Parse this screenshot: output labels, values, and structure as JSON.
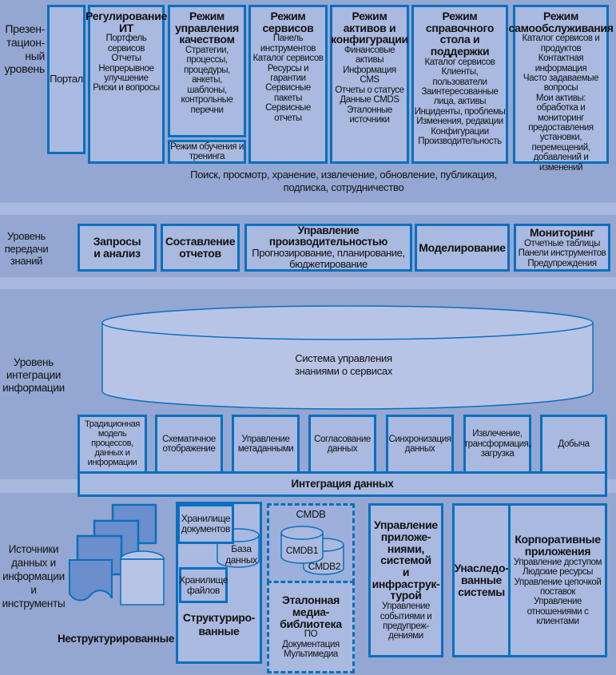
{
  "colors": {
    "background_band": "#94a7d2",
    "background_strip": "#a8b8de",
    "box_fill": "#a9b9e0",
    "box_border": "#0a6fbf",
    "doc_fill": "#6a8fcc",
    "cylinder_fill": "#b8c4e6"
  },
  "presentation_layer": {
    "label": "Презен-\nтацион-\nный\nуровень",
    "portal": "Портал",
    "modules": [
      {
        "title": "Регулирование ИТ",
        "items": [
          "Портфель сервисов",
          "Отчеты",
          "Непрерывное улучшение",
          "Риски и вопросы"
        ]
      },
      {
        "title": "Режим управления качеством",
        "items": [
          "Стратегии, процессы, процедуры, анкеты, шаблоны, контрольные перечни"
        ]
      },
      {
        "title": "Режим сервисов",
        "items": [
          "Панель инструментов",
          "Каталог сервисов",
          "Ресурсы и гарантии",
          "Сервисные пакеты",
          "Сервисные отчеты"
        ]
      },
      {
        "title": "Режим активов и конфигурации",
        "items": [
          "Финансовые активы",
          "Информация CMS",
          "Отчеты о статусе",
          "Данные CMDS",
          "Эталонные источники"
        ]
      },
      {
        "title": "Режим справочного стола и поддержки",
        "items": [
          "Каталог сервисов",
          "Клиенты, пользователи",
          "Заинтересованные лица, активы",
          "Инциденты, проблемы",
          "Изменения, редакции",
          "Конфигурации",
          "Производительность"
        ]
      },
      {
        "title": "Режим самообслуживания",
        "items": [
          "Каталог сервисов и продуктов",
          "Контактная информация",
          "Часто задаваемые вопросы",
          "Мои активы: обработка и мониторинг предоставления установки, перемещений, добавлений и изменений"
        ]
      }
    ],
    "training": "Режим обучения и тренинга",
    "caption": "Поиск, просмотр, хранение, извлечение, обновление, публикация,\nподписка, сотрудничество"
  },
  "knowledge_layer": {
    "label": "Уровень\nпередачи\nзнаний",
    "boxes": [
      {
        "title": "Запросы\nи анализ",
        "items": []
      },
      {
        "title": "Составление\nотчетов",
        "items": []
      },
      {
        "title": "Управление производительностью",
        "items": [
          "Прогнозирование, планирование,",
          "бюджетирование"
        ]
      },
      {
        "title": "Моделирование",
        "items": []
      },
      {
        "title": "Мониторинг",
        "items": [
          "Отчетные таблицы",
          "Панели инструментов",
          "Предупреждения"
        ]
      }
    ]
  },
  "integration_layer": {
    "label": "Уровень\nинтеграции\nинформации",
    "skms": "Система управления\nзнаниями о сервисах",
    "functions": [
      "Традиционная модель процессов, данных и информации",
      "Схематичное отображение",
      "Управление метаданными",
      "Согласование данных",
      "Синхронизация данных",
      "Извлечение, трансформация, загрузка",
      "Добыча"
    ],
    "data_integration": "Интеграция данных"
  },
  "sources_layer": {
    "label": "Источники\nданных и\nинформации\nи\nинструменты",
    "unstructured": "Неструктурированные",
    "structured": {
      "title": "Структуриро-\nванные",
      "doc_store": "Хранилище\nдокументов",
      "database": "База\nданных",
      "file_store": "Хранилище\nфайлов"
    },
    "cmdb": {
      "title": "CMDB",
      "db1": "CMDB1",
      "db2": "CMDB2"
    },
    "media_library": {
      "title": "Эталонная\nмедиа-\nбиблиотека",
      "items": [
        "ПО",
        "Документация",
        "Мультимедиа"
      ]
    },
    "app_mgmt": {
      "title": "Управление\nприложе-\nниями,\nсистемой\nи инфраструк-\nтурой",
      "items": [
        "Управление событиями и предупреж-\nдениями"
      ]
    },
    "legacy": "Унаследо-\nванные\nсистемы",
    "corporate": {
      "title": "Корпоративные\nприложения",
      "items": [
        "Управление доступом",
        "Людские ресурсы",
        "Управление цепочкой поставок",
        "Управление отношениями с клиентами"
      ]
    }
  }
}
